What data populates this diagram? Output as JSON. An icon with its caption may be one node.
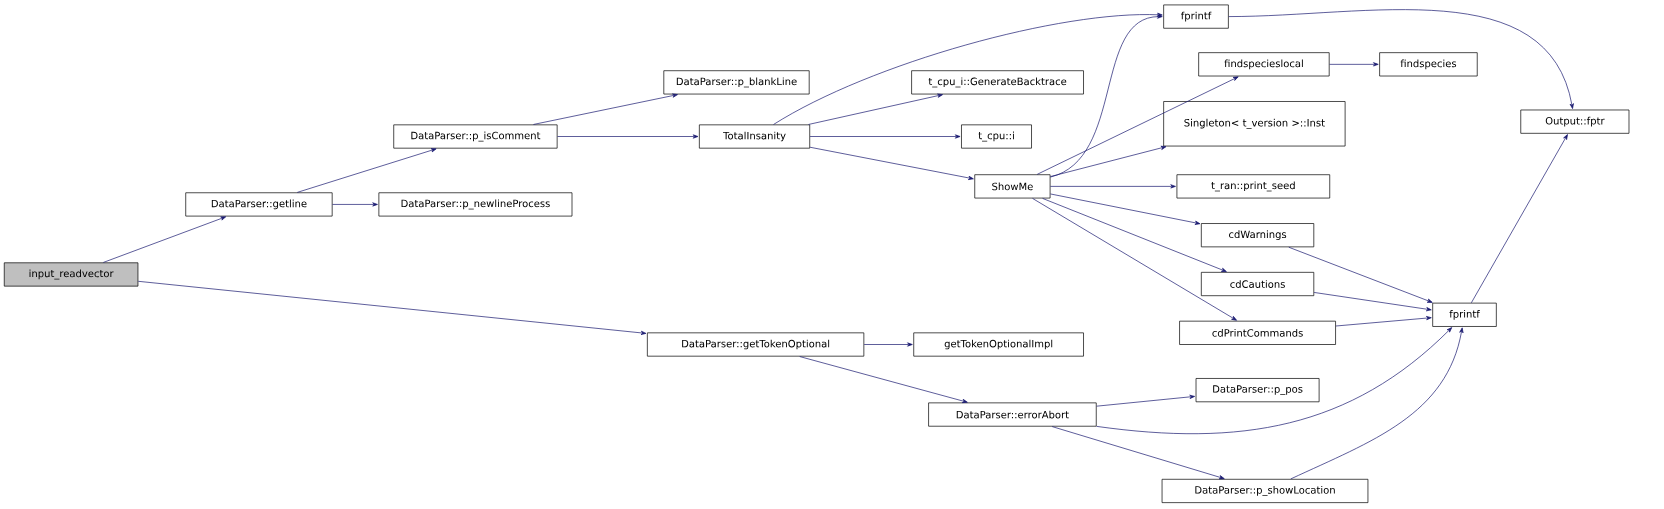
{
  "diagram": {
    "nodes": [
      {
        "text": [
          "input_readvector"
        ]
      },
      {
        "text": [
          "DataParser::getline"
        ]
      },
      {
        "text": [
          "DataParser::p_isComment"
        ]
      },
      {
        "text": [
          "DataParser::p_blankLine"
        ]
      },
      {
        "text": [
          "DataParser::p_newlineProcess"
        ]
      },
      {
        "text": [
          "TotalInsanity"
        ]
      },
      {
        "text": [
          "t_cpu_i::GenerateBacktrace"
        ]
      },
      {
        "text": [
          "t_cpu::i"
        ]
      },
      {
        "text": [
          "ShowMe"
        ]
      },
      {
        "text": [
          "fprintf"
        ]
      },
      {
        "text": [
          "findspecieslocal"
        ]
      },
      {
        "text": [
          "findspecies"
        ]
      },
      {
        "text": [
          "Singleton< t_version >::Inst"
        ]
      },
      {
        "text": [
          "t_ran::print_seed"
        ]
      },
      {
        "text": [
          "cdWarnings"
        ]
      },
      {
        "text": [
          "cdCautions"
        ]
      },
      {
        "text": [
          "cdPrintCommands"
        ]
      },
      {
        "text": [
          "Output::fptr"
        ]
      },
      {
        "text": [
          "fprintf"
        ]
      },
      {
        "text": [
          "DataParser::getTokenOptional"
        ]
      },
      {
        "text": [
          "getTokenOptionalImpl"
        ]
      },
      {
        "text": [
          "DataParser::errorAbort"
        ]
      },
      {
        "text": [
          "DataParser::p_pos"
        ]
      },
      {
        "text": [
          "DataParser::p_showLocation"
        ]
      }
    ],
    "edges": [
      {
        "from": 0,
        "to": 1,
        "arrow": "to"
      },
      {
        "from": 0,
        "to": 19,
        "arrow": "to"
      },
      {
        "from": 1,
        "to": 2,
        "arrow": "to"
      },
      {
        "from": 1,
        "to": 4,
        "arrow": "to"
      },
      {
        "from": 2,
        "to": 3,
        "arrow": "to"
      },
      {
        "from": 2,
        "to": 5,
        "arrow": "to"
      },
      {
        "from": 5,
        "to": 9,
        "arrow": "to"
      },
      {
        "from": 5,
        "to": 6,
        "arrow": "to"
      },
      {
        "from": 5,
        "to": 7,
        "arrow": "to"
      },
      {
        "from": 5,
        "to": 8,
        "arrow": "to"
      },
      {
        "from": 8,
        "to": 9,
        "arrow": "to"
      },
      {
        "from": 8,
        "to": 10,
        "arrow": "to"
      },
      {
        "from": 8,
        "to": 12,
        "arrow": "to"
      },
      {
        "from": 8,
        "to": 13,
        "arrow": "to"
      },
      {
        "from": 8,
        "to": 14,
        "arrow": "to"
      },
      {
        "from": 8,
        "to": 15,
        "arrow": "to"
      },
      {
        "from": 8,
        "to": 16,
        "arrow": "to"
      },
      {
        "from": 10,
        "to": 11,
        "arrow": "to"
      },
      {
        "from": 9,
        "to": 17,
        "arrow": "to"
      },
      {
        "from": 18,
        "to": 17,
        "arrow": "to"
      },
      {
        "from": 14,
        "to": 18,
        "arrow": "to"
      },
      {
        "from": 15,
        "to": 18,
        "arrow": "to"
      },
      {
        "from": 16,
        "to": 18,
        "arrow": "to"
      },
      {
        "from": 19,
        "to": 20,
        "arrow": "to"
      },
      {
        "from": 19,
        "to": 21,
        "arrow": "to"
      },
      {
        "from": 21,
        "to": 22,
        "arrow": "to"
      },
      {
        "from": 21,
        "to": 18,
        "arrow": "to"
      },
      {
        "from": 21,
        "to": 23,
        "arrow": "to"
      },
      {
        "from": 23,
        "to": 18,
        "arrow": "to"
      }
    ]
  }
}
